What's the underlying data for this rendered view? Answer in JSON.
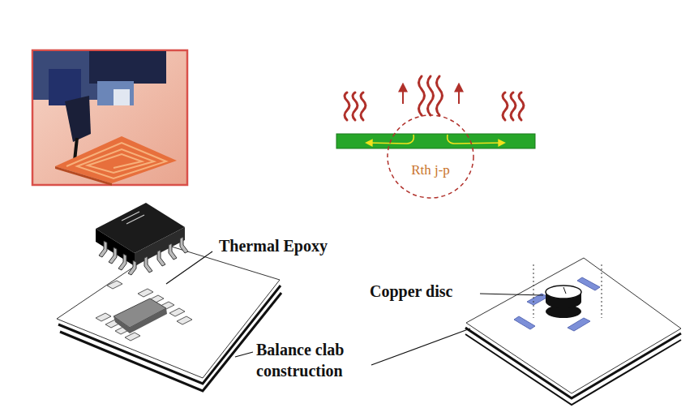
{
  "diagram": {
    "nodes": [
      {
        "text": [
          "Rth j-p"
        ]
      }
    ],
    "labels": [
      "Thermal Epoxy",
      "Copper disc",
      "Balance clab construction"
    ]
  }
}
